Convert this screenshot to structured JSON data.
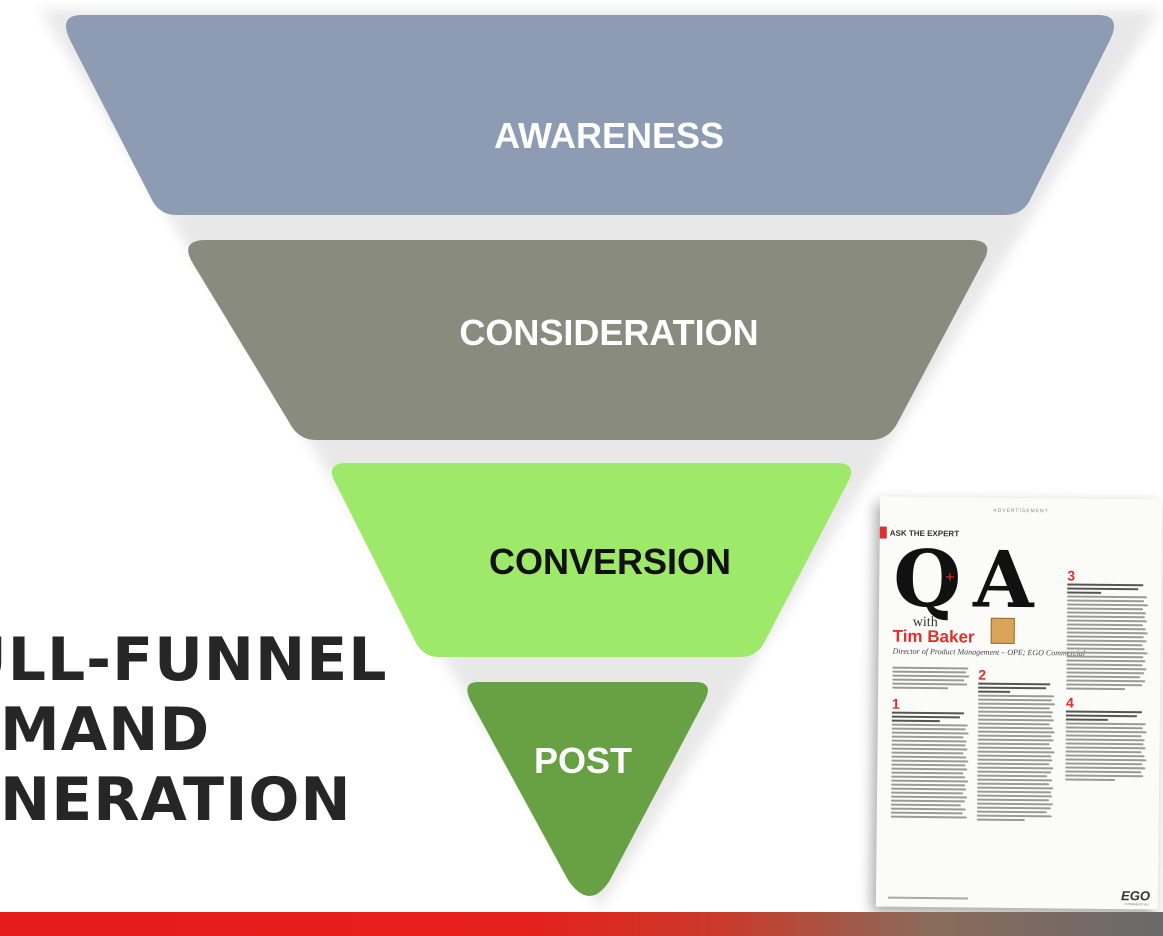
{
  "funnel": {
    "stages": [
      {
        "label": "AWARENESS",
        "fill": "#8d9bb3",
        "text_color": "#ffffff"
      },
      {
        "label": "CONSIDERATION",
        "fill": "#898b7f",
        "text_color": "#ffffff"
      },
      {
        "label": "CONVERSION",
        "fill": "#9ee86a",
        "text_color": "#111111"
      },
      {
        "label": "POST",
        "fill": "#67a144",
        "text_color": "#ffffff"
      }
    ]
  },
  "headline": {
    "line1": "ULL-FUNNEL",
    "line2": "EMAND",
    "line3": "ENERATION"
  },
  "magazine": {
    "advertisement": "ADVERTISEMENT",
    "section": "ASK THE EXPERT",
    "qa": "Q",
    "qa2": "A",
    "plus": "+",
    "with": "with",
    "name": "Tim Baker",
    "role": "Director of Product Management – OPE; EGO Commercial",
    "q_numbers": [
      "1",
      "2",
      "3",
      "4"
    ],
    "logo": "EGO",
    "logo_sub": "COMMERCIAL"
  },
  "colors": {
    "accent_red": "#e0302c",
    "bottom_bar": "#e41b1b"
  }
}
